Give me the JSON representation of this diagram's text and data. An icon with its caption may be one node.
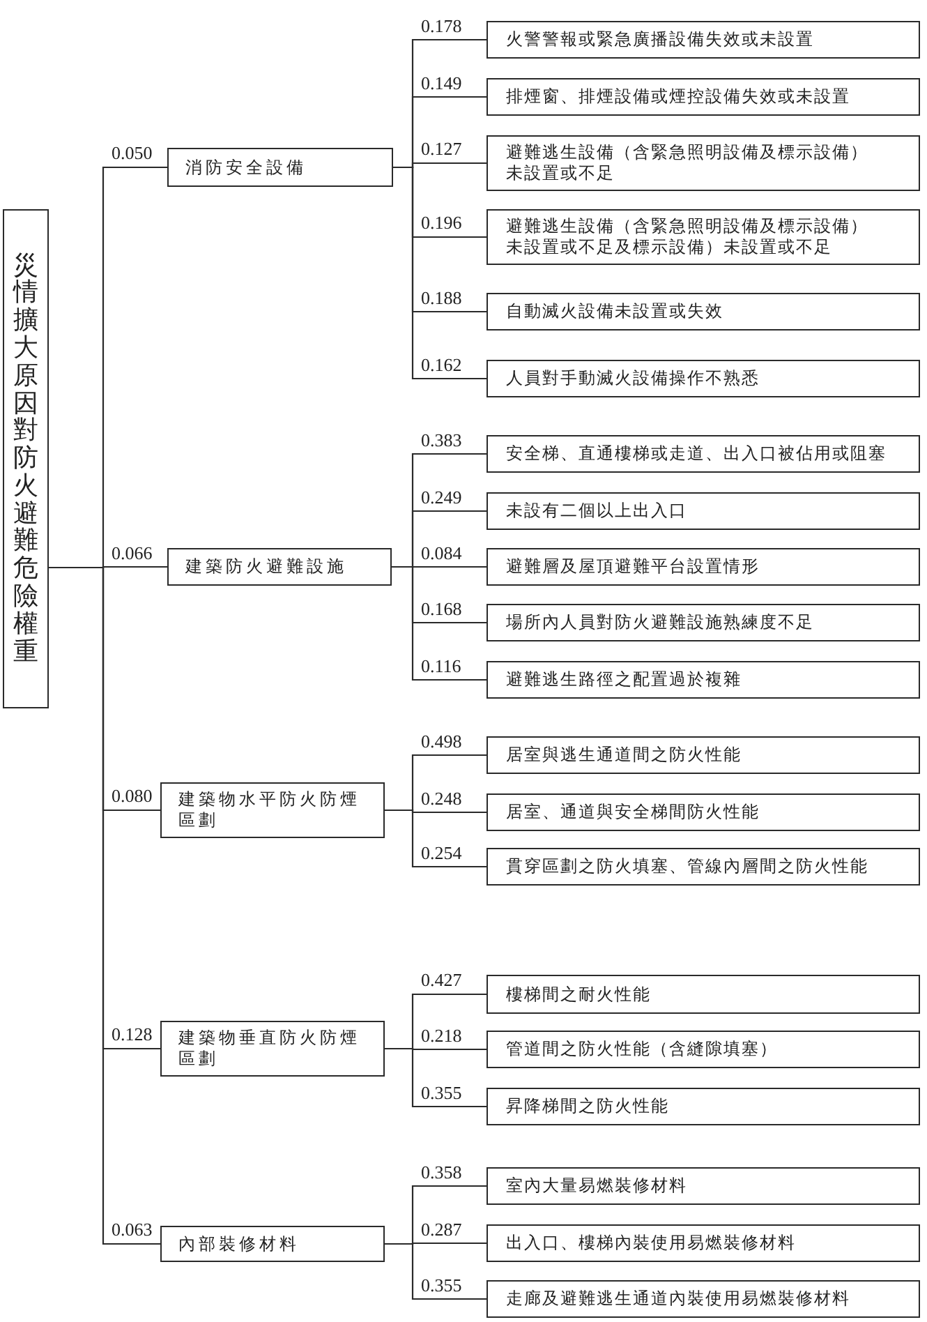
{
  "diagram": {
    "nodes": [
      {
        "text": [
          "災情擴大原因對防火避難危險權重"
        ]
      },
      {
        "text": [
          "消防安全設備"
        ]
      },
      {
        "text": [
          "火警警報或緊急廣播設備失效或未設置"
        ]
      },
      {
        "text": [
          "排煙窗、排煙設備或煙控設備失效或未設置"
        ]
      },
      {
        "text": [
          "避難逃生設備（含緊急照明設備及標示設備）未設置或不足"
        ]
      },
      {
        "text": [
          "避難逃生設備（含緊急照明設備及標示設備）未設置或不足及標示設備）未設置或不足"
        ]
      },
      {
        "text": [
          "自動滅火設備未設置或失效"
        ]
      },
      {
        "text": [
          "人員對手動滅火設備操作不熟悉"
        ]
      },
      {
        "text": [
          "建築防火避難設施"
        ]
      },
      {
        "text": [
          "安全梯、直通樓梯或走道、出入口被佔用或阻塞"
        ]
      },
      {
        "text": [
          "未設有二個以上出入口"
        ]
      },
      {
        "text": [
          "避難層及屋頂避難平台設置情形"
        ]
      },
      {
        "text": [
          "場所內人員對防火避難設施熟練度不足"
        ]
      },
      {
        "text": [
          "避難逃生路徑之配置過於複雜"
        ]
      },
      {
        "text": [
          "建築物水平防火防煙區劃"
        ]
      },
      {
        "text": [
          "居室與逃生通道間之防火性能"
        ]
      },
      {
        "text": [
          "居室、通道與安全梯間防火性能"
        ]
      },
      {
        "text": [
          "貫穿區劃之防火填塞、管線內層間之防火性能"
        ]
      },
      {
        "text": [
          "建築物垂直防火防煙區劃"
        ]
      },
      {
        "text": [
          "樓梯間之耐火性能"
        ]
      },
      {
        "text": [
          "管道間之防火性能（含縫隙填塞）"
        ]
      },
      {
        "text": [
          "昇降梯間之防火性能"
        ]
      },
      {
        "text": [
          "內部裝修材料"
        ]
      },
      {
        "text": [
          "室內大量易燃裝修材料"
        ]
      },
      {
        "text": [
          "出入口、樓梯內裝使用易燃裝修材料"
        ]
      },
      {
        "text": [
          "走廊及避難逃生通道內裝使用易燃裝修材料"
        ]
      }
    ],
    "edges": [
      {
        "from": 0,
        "to": 1,
        "arrow": "none",
        "label": "0.050"
      },
      {
        "from": 1,
        "to": 2,
        "arrow": "none",
        "label": "0.178"
      },
      {
        "from": 1,
        "to": 3,
        "arrow": "none",
        "label": "0.149"
      },
      {
        "from": 1,
        "to": 4,
        "arrow": "none",
        "label": "0.127"
      },
      {
        "from": 1,
        "to": 5,
        "arrow": "none",
        "label": "0.196"
      },
      {
        "from": 1,
        "to": 6,
        "arrow": "none",
        "label": "0.188"
      },
      {
        "from": 1,
        "to": 7,
        "arrow": "none",
        "label": "0.162"
      },
      {
        "from": 0,
        "to": 8,
        "arrow": "none",
        "label": "0.066"
      },
      {
        "from": 8,
        "to": 9,
        "arrow": "none",
        "label": "0.383"
      },
      {
        "from": 8,
        "to": 10,
        "arrow": "none",
        "label": "0.249"
      },
      {
        "from": 8,
        "to": 11,
        "arrow": "none",
        "label": "0.084"
      },
      {
        "from": 8,
        "to": 12,
        "arrow": "none",
        "label": "0.168"
      },
      {
        "from": 8,
        "to": 13,
        "arrow": "none",
        "label": "0.116"
      },
      {
        "from": 0,
        "to": 14,
        "arrow": "none",
        "label": "0.080"
      },
      {
        "from": 14,
        "to": 15,
        "arrow": "none",
        "label": "0.498"
      },
      {
        "from": 14,
        "to": 16,
        "arrow": "none",
        "label": "0.248"
      },
      {
        "from": 14,
        "to": 17,
        "arrow": "none",
        "label": "0.254"
      },
      {
        "from": 0,
        "to": 18,
        "arrow": "none",
        "label": "0.128"
      },
      {
        "from": 18,
        "to": 19,
        "arrow": "none",
        "label": "0.427"
      },
      {
        "from": 18,
        "to": 20,
        "arrow": "none",
        "label": "0.218"
      },
      {
        "from": 18,
        "to": 21,
        "arrow": "none",
        "label": "0.355"
      },
      {
        "from": 0,
        "to": 22,
        "arrow": "none",
        "label": "0.063"
      },
      {
        "from": 22,
        "to": 23,
        "arrow": "none",
        "label": "0.358"
      },
      {
        "from": 22,
        "to": 24,
        "arrow": "none",
        "label": "0.287"
      },
      {
        "from": 22,
        "to": 25,
        "arrow": "none",
        "label": "0.355"
      }
    ]
  }
}
